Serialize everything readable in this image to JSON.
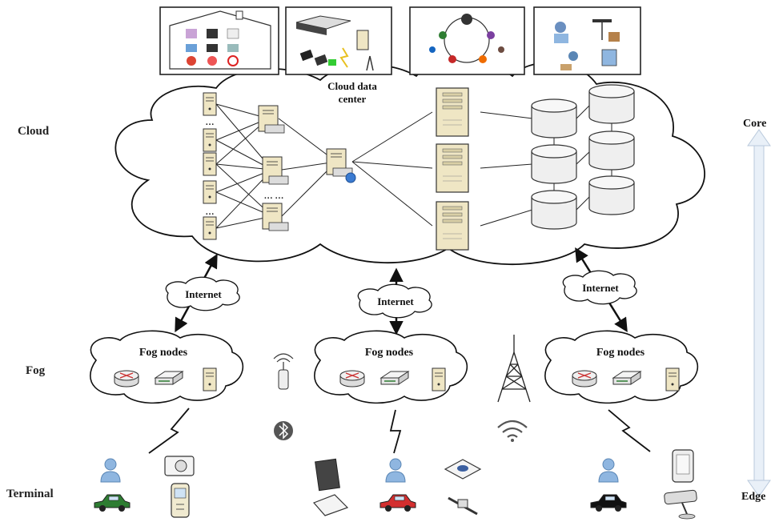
{
  "layers": {
    "cloud": "Cloud",
    "fog": "Fog",
    "terminal": "Terminal"
  },
  "axis": {
    "top": "Core",
    "bottom": "Edge"
  },
  "cloud": {
    "center_label_line1": "Cloud data",
    "center_label_line2": "center"
  },
  "links": {
    "internet": "Internet"
  },
  "fog": {
    "nodes_label": "Fog nodes"
  },
  "colors": {
    "outline": "#222222",
    "server": "#efe6c4",
    "disk": "#efefef",
    "person": "#8fb6e0",
    "car_green": "#2e7d32",
    "car_red": "#d32f2f",
    "axis": "#cfdcec"
  }
}
